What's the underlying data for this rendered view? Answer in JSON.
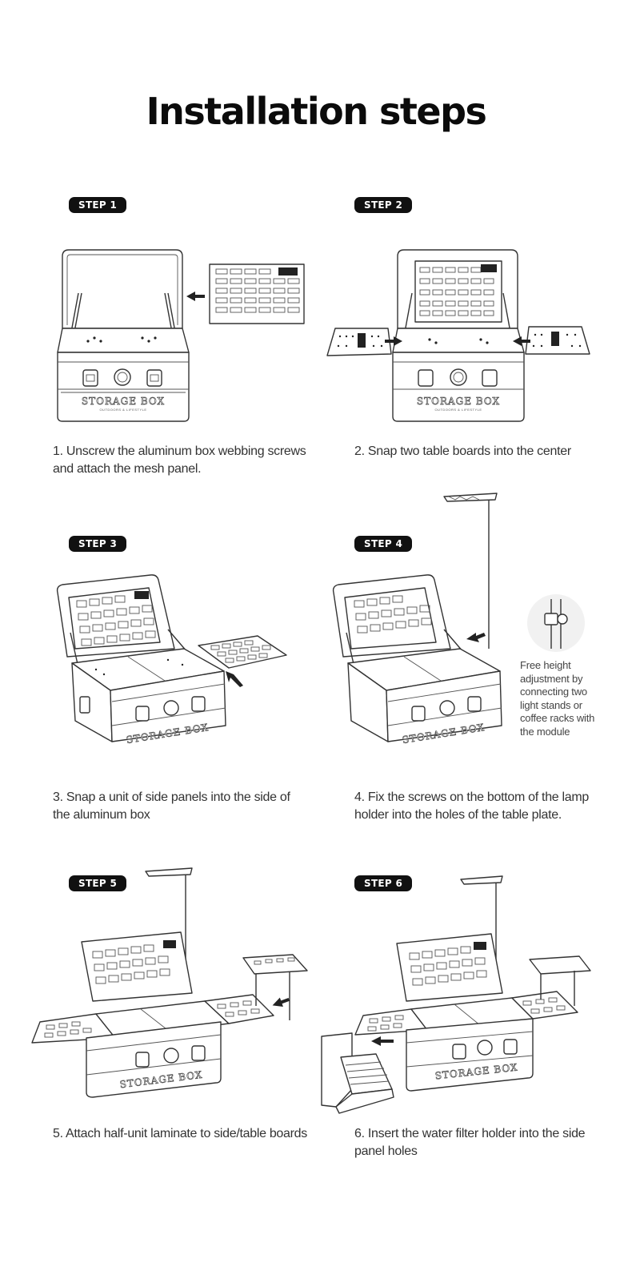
{
  "title": "Installation steps",
  "box_label": "STORAGE BOX",
  "box_sublabel": "OUTDOORS & LIFESTYLE",
  "steps": [
    {
      "badge": "STEP 1",
      "caption": "1. Unscrew the aluminum box webbing screws and attach the mesh panel."
    },
    {
      "badge": "STEP 2",
      "caption": "2. Snap two table boards into the center"
    },
    {
      "badge": "STEP 3",
      "caption": "3. Snap a unit of side panels into the side of the aluminum box"
    },
    {
      "badge": "STEP 4",
      "caption": "4. Fix the screws on the bottom of the lamp holder into the holes of the table plate."
    },
    {
      "badge": "STEP 5",
      "caption": "5. Attach half-unit laminate to side/table boards"
    },
    {
      "badge": "STEP 6",
      "caption": "6. Insert the water filter holder into the side panel holes"
    }
  ],
  "step4_note": "Free height adjustment by connecting two light stands or coffee racks with the module"
}
